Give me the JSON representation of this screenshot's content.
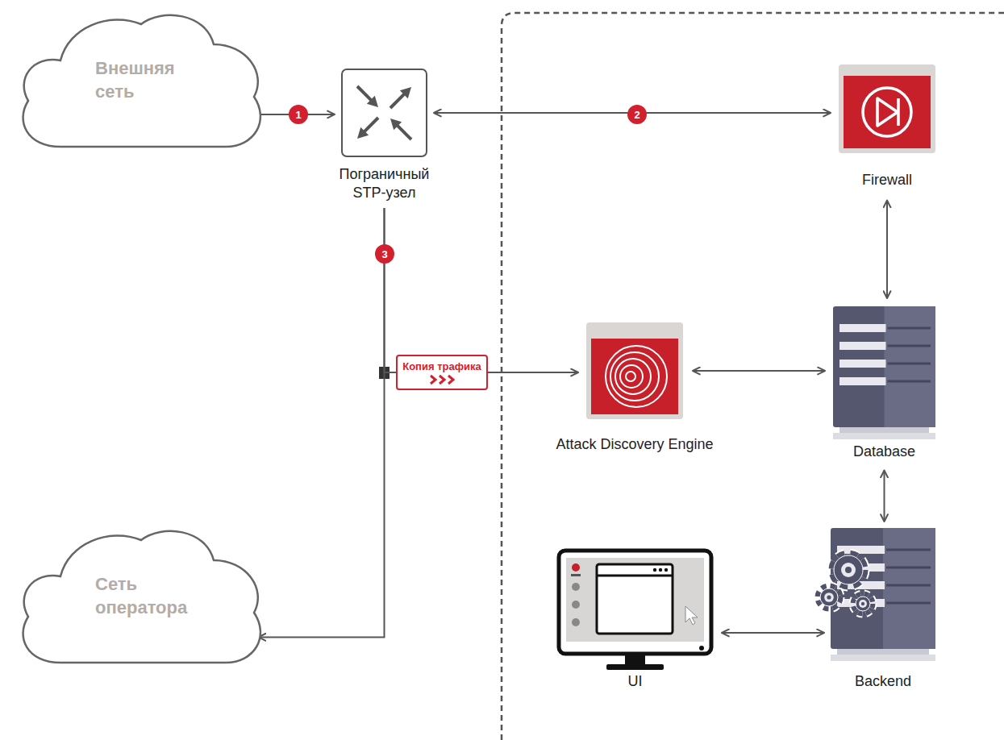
{
  "diagram": {
    "nodes": [
      {
        "text": [
          "Внешняя сеть"
        ]
      },
      {
        "text": [
          "Пограничный STP-узел"
        ]
      },
      {
        "text": [
          "Firewall"
        ]
      },
      {
        "text": [
          "Копия трафика"
        ]
      },
      {
        "text": [
          "Attack Discovery Engine"
        ]
      },
      {
        "text": [
          "Database"
        ]
      },
      {
        "text": [
          "Сеть оператора"
        ]
      },
      {
        "text": [
          "UI"
        ]
      },
      {
        "text": [
          "Backend"
        ]
      }
    ],
    "edges": [
      {
        "from": 0,
        "to": 1,
        "arrow": "to",
        "label": "1"
      },
      {
        "from": 1,
        "to": 2,
        "arrow": "both",
        "label": "2"
      },
      {
        "from": 1,
        "to": 6,
        "arrow": "to",
        "label": "3"
      },
      {
        "from": 1,
        "to": 3,
        "arrow": "none"
      },
      {
        "from": 3,
        "to": 4,
        "arrow": "to"
      },
      {
        "from": 4,
        "to": 5,
        "arrow": "both"
      },
      {
        "from": 2,
        "to": 5,
        "arrow": "both"
      },
      {
        "from": 5,
        "to": 8,
        "arrow": "both"
      },
      {
        "from": 7,
        "to": 8,
        "arrow": "both"
      }
    ]
  }
}
